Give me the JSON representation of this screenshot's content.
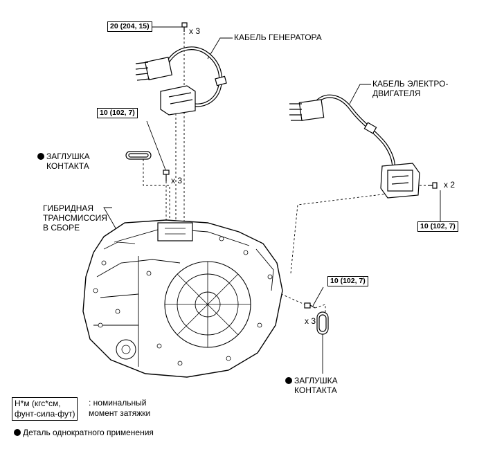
{
  "labels": {
    "generator_cable": "КАБЕЛЬ ГЕНЕРАТОРА",
    "motor_cable_l1": "КАБЕЛЬ ЭЛЕКТРО-",
    "motor_cable_l2": "ДВИГАТЕЛЯ",
    "plug_top_l1": "ЗАГЛУШКА",
    "plug_top_l2": "КОНТАКТА",
    "plug_bottom_l1": "ЗАГЛУШКА",
    "plug_bottom_l2": "КОНТАКТА",
    "transaxle_l1": "ГИБРИДНАЯ",
    "transaxle_l2": "ТРАНСМИССИЯ",
    "transaxle_l3": "В СБОРЕ"
  },
  "torque_specs": {
    "generator_bolts": "20 (204, 15)",
    "transaxle_top_bolts": "10 (102, 7)",
    "motor_bolts": "10 (102, 7)",
    "plug_bottom_bolts": "10 (102, 7)"
  },
  "quantities": {
    "generator_bolts": "x 3",
    "transaxle_top_bolts": "x 3",
    "motor_bolts": "x 2",
    "plug_bottom_bolts": "x 3"
  },
  "legend": {
    "torque_unit_l1": "Н*м (кгс*см,",
    "torque_unit_l2": "фунт-сила-фут)",
    "torque_desc_l1": ": номинальный",
    "torque_desc_l2": "момент затяжки",
    "single_use": "Деталь однократного применения"
  }
}
